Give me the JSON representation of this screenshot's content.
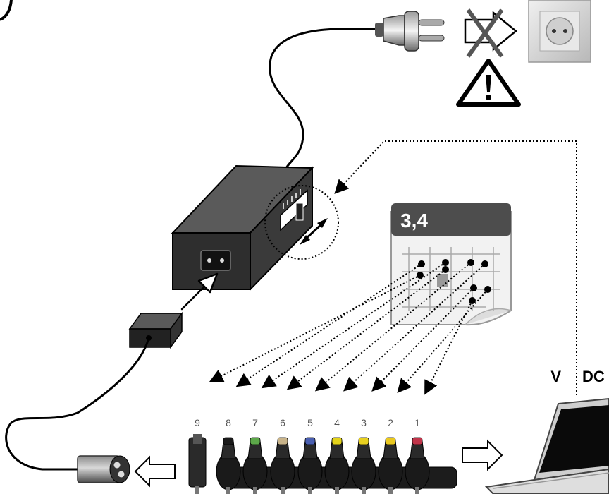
{
  "diagram": {
    "voltage_label": "V",
    "voltage_unit": "DC",
    "calendar_badge": "3,4",
    "tip_numbers": [
      "9",
      "8",
      "7",
      "6",
      "5",
      "4",
      "3",
      "2",
      "1"
    ],
    "tip_colors": [
      "#2a2a2a",
      "#1a1a1a",
      "#5da84a",
      "#c9b48a",
      "#4a5fb0",
      "#e3d21a",
      "#e8d020",
      "#e9c820",
      "#c0354a"
    ],
    "icons": {
      "plug": "power-plug-icon",
      "no_entry": "crossed-arrow-icon",
      "outlet": "wall-socket-icon",
      "warning": "warning-triangle-icon",
      "laptop": "laptop-icon",
      "barrel": "dc-barrel-connector-icon"
    }
  }
}
